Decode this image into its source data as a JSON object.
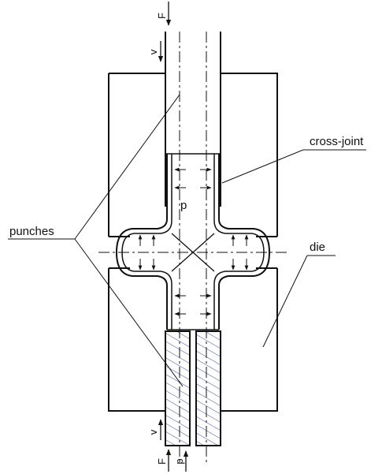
{
  "labels": {
    "cross_joint": "cross-joint",
    "punches": "punches",
    "die": "die",
    "pressure": "p"
  },
  "symbols": {
    "force_top": "F",
    "velocity_top": "v",
    "velocity_bottom": "v",
    "force_bottom": "F",
    "pressure_bottom": "p"
  },
  "colors": {
    "line": "#111111",
    "hatch": "#3b4c9a",
    "background": "#ffffff"
  }
}
